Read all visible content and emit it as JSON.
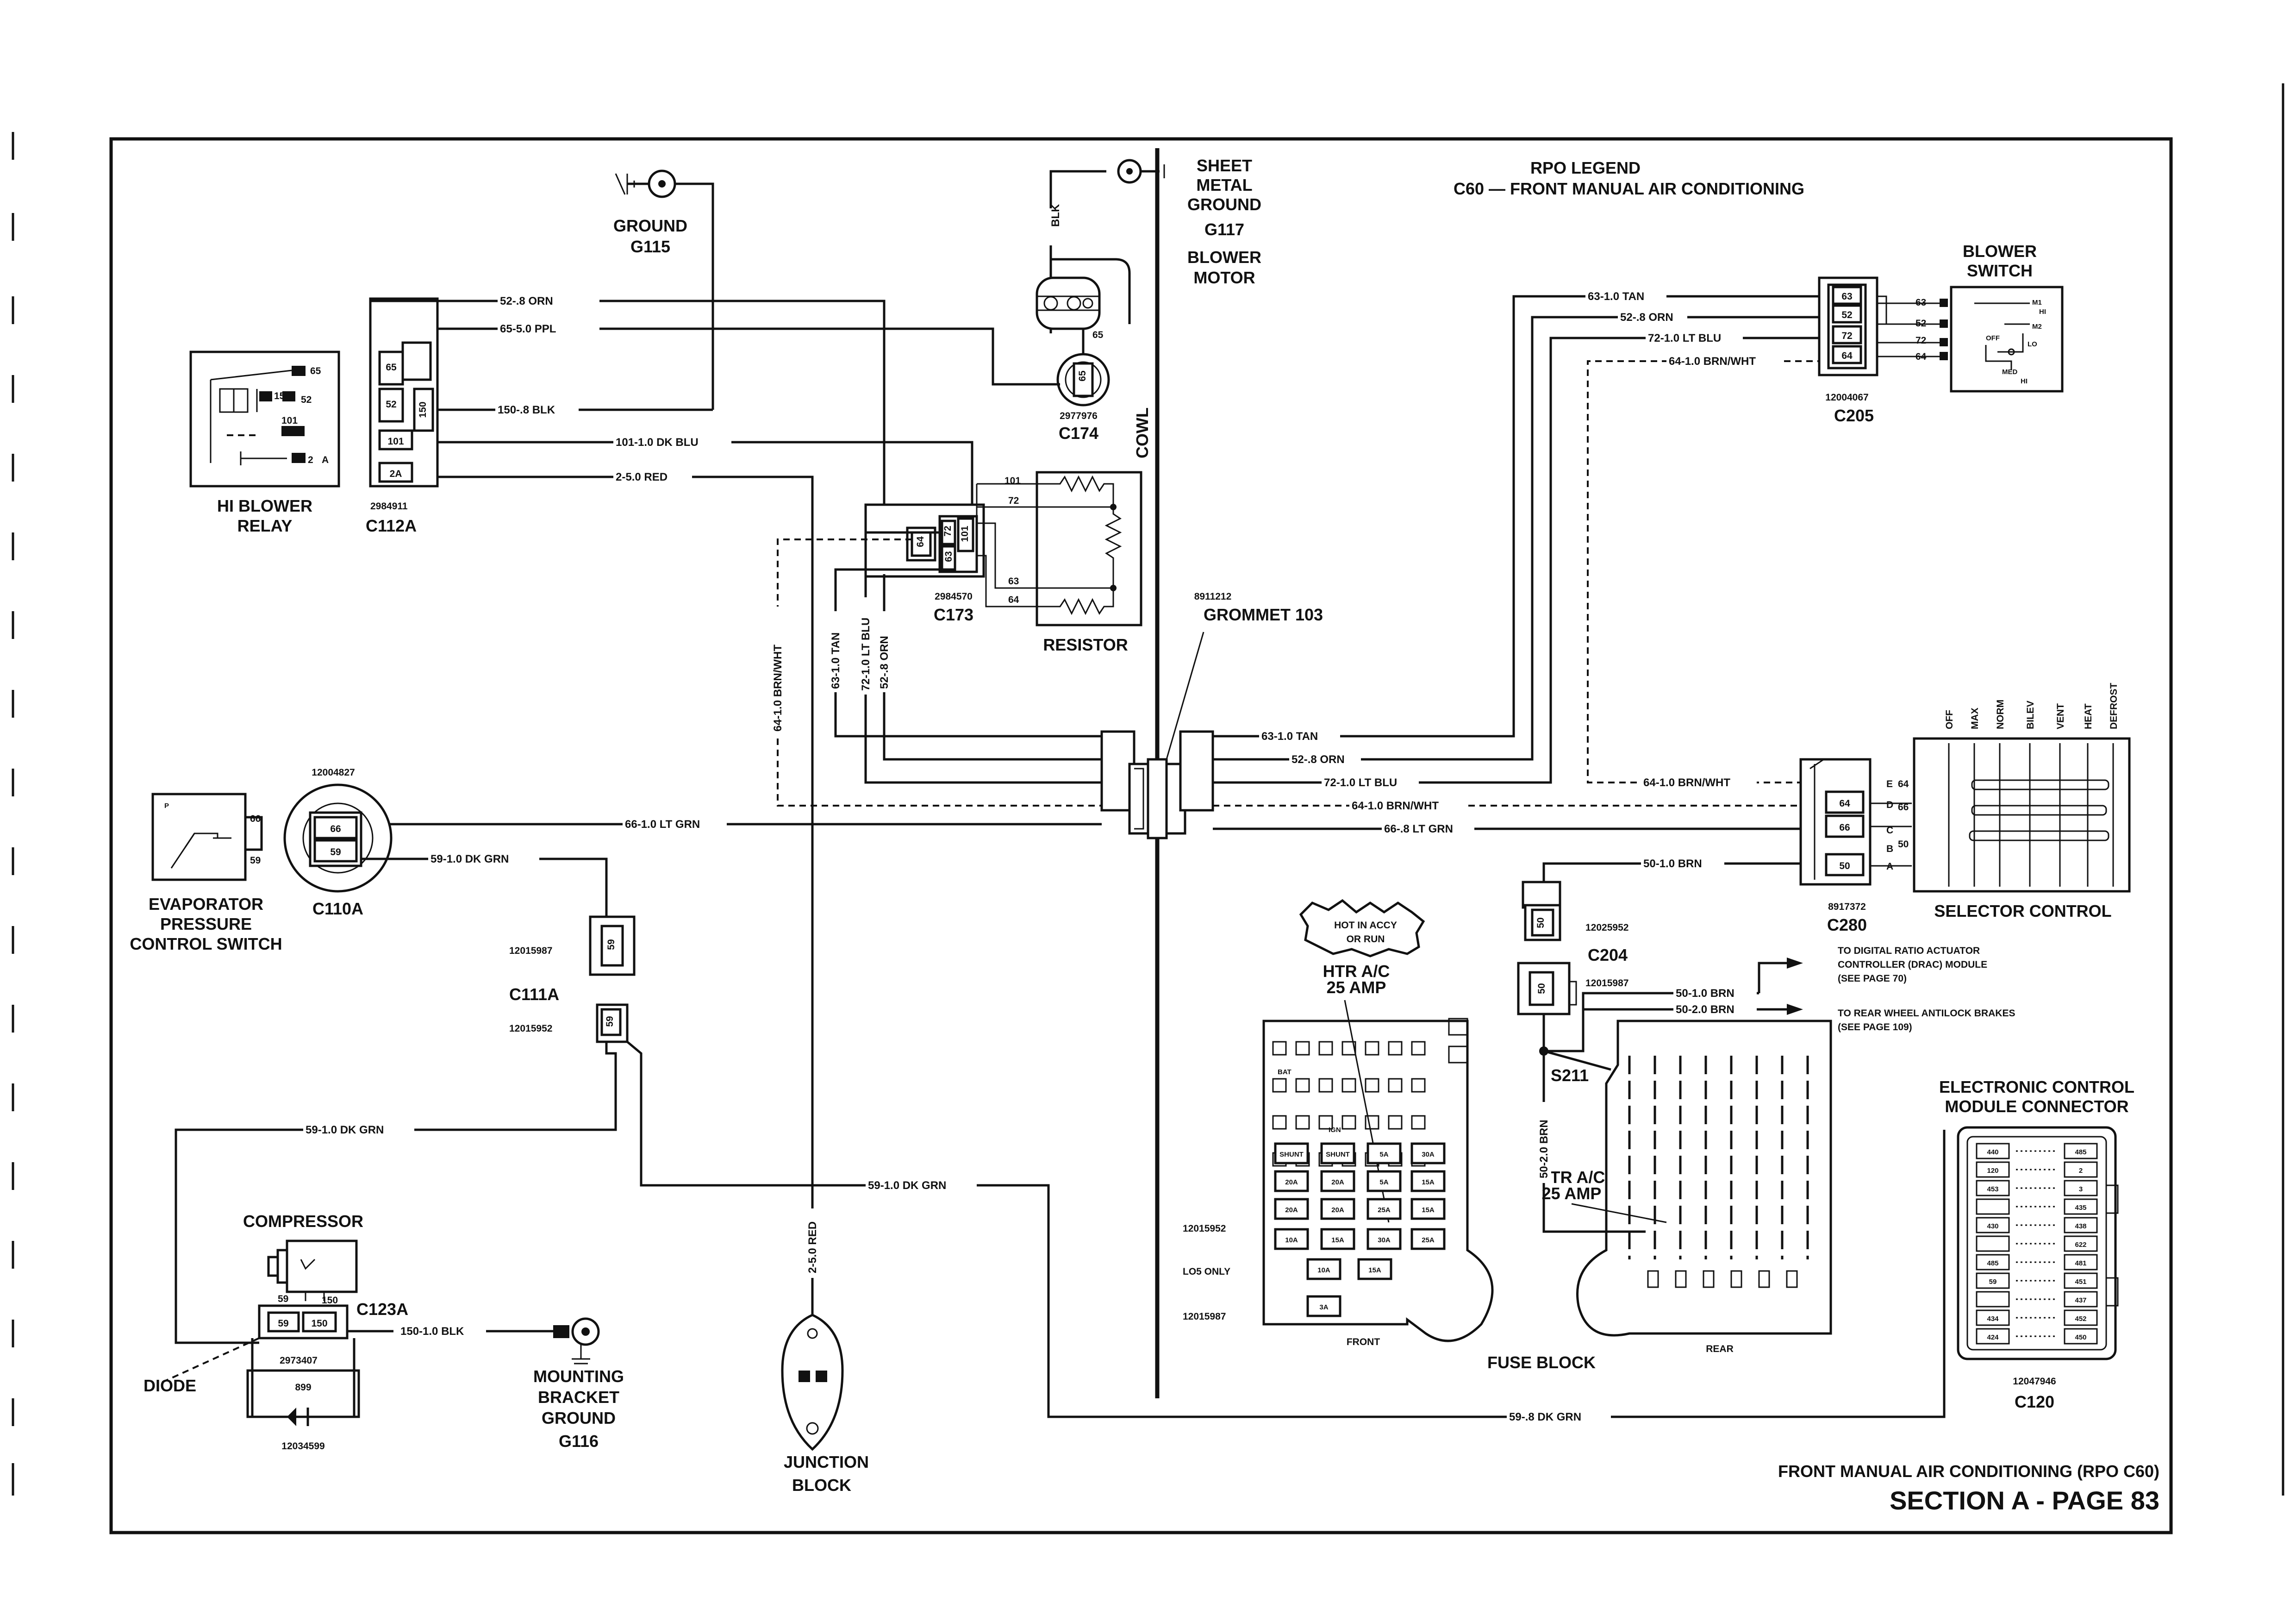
{
  "rpo_legend": {
    "title": "RPO LEGEND",
    "line": "C60 — FRONT MANUAL AIR CONDITIONING"
  },
  "grounds": {
    "g115": {
      "name": "GROUND",
      "id": "G115"
    },
    "g117": {
      "line1": "SHEET",
      "line2": "METAL",
      "line3": "GROUND",
      "id": "G117"
    },
    "g116": {
      "line1": "MOUNTING",
      "line2": "BRACKET",
      "line3": "GROUND",
      "id": "G116"
    }
  },
  "blower_motor": {
    "line1": "BLOWER",
    "line2": "MOTOR",
    "wire": "BLK"
  },
  "c174": {
    "part": "2977976",
    "id": "C174",
    "pin": "65",
    "tap": "65"
  },
  "cowl": "COWL",
  "hi_blower_relay": {
    "line1": "HI BLOWER",
    "line2": "RELAY",
    "pins": [
      "65",
      "150",
      "52",
      "101",
      "2",
      "A"
    ]
  },
  "c112a": {
    "part": "2984911",
    "id": "C112A",
    "pins": [
      "65",
      "52",
      "150",
      "101",
      "2A"
    ]
  },
  "wires_left": {
    "w52": "52-.8 ORN",
    "w65": "65-5.0 PPL",
    "w150": "150-.8 BLK",
    "w101": "101-1.0 DK BLU",
    "w2": "2-5.0 RED",
    "w64v": "64-1.0 BRN/WHT",
    "w63v": "63-1.0 TAN",
    "w72v": "72-1.0 LT BLU",
    "w52v": "52-.8 ORN",
    "w66": "66-1.0 LT GRN",
    "w59a": "59-1.0 DK GRN",
    "w59b": "59-1.0 DK GRN",
    "w59c": "59-1.0 DK GRN",
    "w150b": "150-1.0 BLK",
    "w2v": "2-5.0 RED"
  },
  "c173": {
    "part": "2984570",
    "id": "C173",
    "pins": [
      "64",
      "72",
      "63",
      "101"
    ]
  },
  "resistor": {
    "name": "RESISTOR",
    "taps": [
      "101",
      "72",
      "63",
      "64"
    ]
  },
  "grommet": {
    "part": "8911212",
    "name": "GROMMET  103"
  },
  "wires_right": {
    "w63": "63-1.0 TAN",
    "w52": "52-.8 ORN",
    "w72": "72-1.0 LT BLU",
    "w64": "64-1.0 BRN/WHT",
    "w66": "66-.8 LT GRN",
    "w63r": "63-1.0 TAN",
    "w52r": "52-.8 ORN",
    "w72r": "72-1.0 LT BLU",
    "w64r": "64-1.0 BRN/WHT",
    "w64s": "64-1.0 BRN/WHT",
    "w50": "50-1.0 BRN",
    "w50a": "50-1.0 BRN",
    "w50b": "50-2.0 BRN",
    "w50v": "50-2.0 BRN",
    "w59d": "59-.8 DK GRN"
  },
  "c205": {
    "part": "12004067",
    "id": "C205",
    "pins": [
      "63",
      "52",
      "72",
      "64"
    ]
  },
  "blower_switch": {
    "line1": "BLOWER",
    "line2": "SWITCH",
    "pins": [
      "63",
      "52",
      "72",
      "64"
    ],
    "positions": [
      "M1",
      "HI",
      "M2",
      "OFF",
      "LO",
      "MED",
      "HI"
    ]
  },
  "c110a": {
    "part": "12004827",
    "id": "C110A",
    "pins": [
      "66",
      "59"
    ]
  },
  "evap_switch": {
    "line1": "EVAPORATOR",
    "line2": "PRESSURE",
    "line3": "CONTROL SWITCH",
    "p": "P",
    "pins": [
      "66",
      "59"
    ]
  },
  "c111a": {
    "part_top": "12015987",
    "id": "C111A",
    "part_bot": "12015952",
    "pin": "59"
  },
  "compressor": {
    "name": "COMPRESSOR",
    "pins": [
      "59",
      "150"
    ]
  },
  "c123a": {
    "id": "C123A",
    "part": "2973407",
    "diode_id": "899",
    "diode_part": "12034599",
    "pins": [
      "59",
      "150"
    ]
  },
  "diode_label": "DIODE",
  "junction_block": {
    "line1": "JUNCTION",
    "line2": "BLOCK"
  },
  "fuse_block": {
    "name": "FUSE BLOCK",
    "front": "FRONT",
    "rear": "REAR",
    "hot": {
      "line1": "HOT IN ACCY",
      "line2": "OR RUN"
    },
    "htr": {
      "line1": "HTR A/C",
      "line2": "25 AMP"
    },
    "htr_rear": {
      "line1": "HTR A/C",
      "line2": "25 AMP"
    },
    "side": {
      "a": "12015952",
      "b": "LO5 ONLY",
      "c": "12015987"
    },
    "fuses": [
      "SHUNT",
      "SHUNT",
      "5A",
      "30A",
      "20A",
      "20A",
      "5A",
      "15A",
      "20A",
      "20A",
      "25A",
      "15A",
      "10A",
      "15A",
      "30A",
      "25A",
      "10A",
      "15A",
      "3A"
    ],
    "ign": "IGN",
    "bat": "BAT"
  },
  "c204": {
    "part": "12025952",
    "id": "C204",
    "part2": "12015987",
    "pin": "50"
  },
  "s211": "S211",
  "drac": {
    "line1": "TO DIGITAL RATIO ACTUATOR",
    "line2": "CONTROLLER (DRAC) MODULE",
    "line3": "(SEE PAGE 70)"
  },
  "rwal": {
    "line1": "TO REAR WHEEL ANTILOCK BRAKES",
    "line2": "(SEE PAGE 109)"
  },
  "c280": {
    "part": "8917372",
    "id": "C280",
    "pins": [
      "64",
      "66",
      "50"
    ],
    "letters": [
      "E",
      "D",
      "C",
      "B",
      "A"
    ]
  },
  "selector": {
    "name": "SELECTOR CONTROL",
    "modes": [
      "OFF",
      "MAX",
      "NORM",
      "BILEV",
      "VENT",
      "HEAT",
      "DEFROST"
    ],
    "pins": [
      "64",
      "66",
      "50"
    ]
  },
  "ecm": {
    "line1": "ELECTRONIC CONTROL",
    "line2": "MODULE CONNECTOR",
    "part": "12047946",
    "id": "C120",
    "left": [
      "440",
      "120",
      "453",
      "",
      "430",
      "",
      "485",
      "59",
      "",
      "434",
      "424"
    ],
    "right": [
      "485",
      "2",
      "3",
      "435",
      "438",
      "622",
      "481",
      "451",
      "437",
      "452",
      "450"
    ]
  },
  "footer": {
    "line1": "FRONT MANUAL AIR CONDITIONING (RPO C60)",
    "line2": "SECTION A - PAGE 83"
  }
}
